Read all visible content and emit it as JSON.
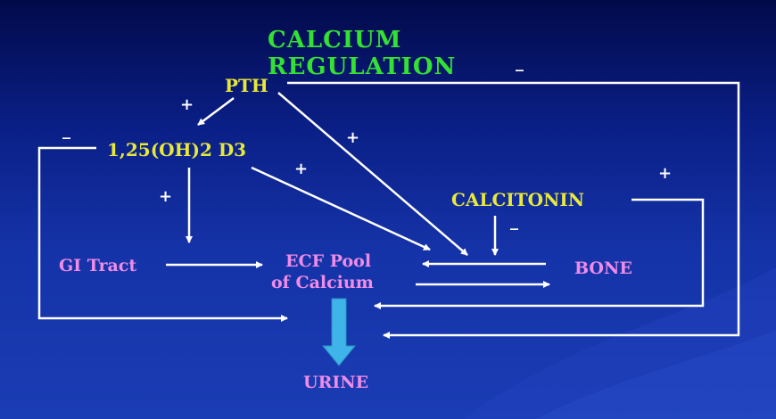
{
  "title": {
    "line1": "CALCIUM",
    "line2": "REGULATION"
  },
  "nodes": {
    "pth": "PTH",
    "vitd": "1,25(OH)2 D3",
    "calcitonin": "CALCITONIN",
    "gi": "GI Tract",
    "ecf_line1": "ECF Pool",
    "ecf_line2": "of Calcium",
    "bone": "BONE",
    "urine": "URINE"
  },
  "signs": {
    "pth_to_vitd": "+",
    "pth_to_ecf": "+",
    "pth_to_urine": "_",
    "vitd_to_urine": "_",
    "vitd_to_gi": "+",
    "vitd_to_ecf": "+",
    "calcitonin_to_urine": "+",
    "calcitonin_to_bone": "_"
  },
  "colors": {
    "title": "#33e033",
    "node_yellow": "#e8e83a",
    "node_pink": "#f08ce6",
    "arrow": "#ffffff",
    "urine_arrow": "#3fb4e8"
  }
}
